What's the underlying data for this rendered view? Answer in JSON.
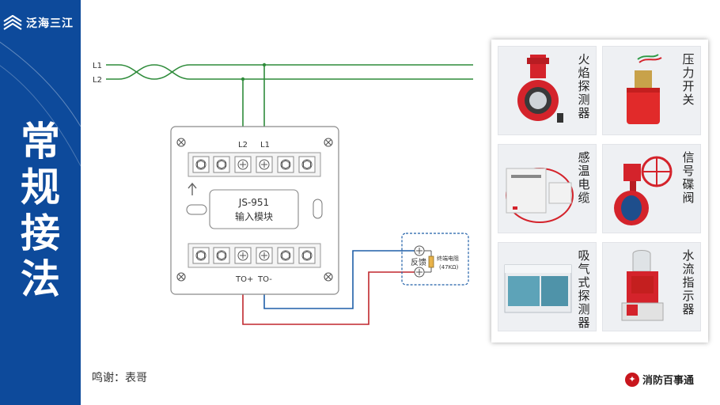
{
  "brand": {
    "name": "泛海三江",
    "logo_icon": "sanjiang-logo-icon"
  },
  "slide_title_chars": [
    "常",
    "规",
    "接",
    "法"
  ],
  "colors": {
    "sidebar": "#0d4a9b",
    "bus": "#2e8b3a",
    "to_plus": "#c0272d",
    "to_minus": "#1f5fa8",
    "panel_border": "#c9c9c9"
  },
  "bus": {
    "l1": "L1",
    "l2": "L2"
  },
  "module": {
    "top_terminal_labels": [
      "L2",
      "L1"
    ],
    "model": "JS-951",
    "name": "输入模块",
    "bottom_labels": [
      "TO+",
      "TO-"
    ],
    "arrow_icon": "up-arrow-icon"
  },
  "endpoint": {
    "feedback": "反馈",
    "resistor_label": "终端电阻",
    "resistor_value": "(47KΩ)"
  },
  "devices": [
    {
      "name": "火焰探测器",
      "icon": "flame-detector-icon"
    },
    {
      "name": "压力开关",
      "icon": "pressure-switch-icon"
    },
    {
      "name": "感温电缆",
      "icon": "heat-cable-icon"
    },
    {
      "name": "信号碟阀",
      "icon": "signal-butterfly-valve-icon"
    },
    {
      "name": "吸气式探测器",
      "icon": "aspirating-detector-icon"
    },
    {
      "name": "水流指示器",
      "icon": "water-flow-indicator-icon"
    }
  ],
  "acknowledgement": "鸣谢：表哥",
  "footer": {
    "brand": "消防百事通",
    "icon": "fire-service-logo-icon"
  }
}
